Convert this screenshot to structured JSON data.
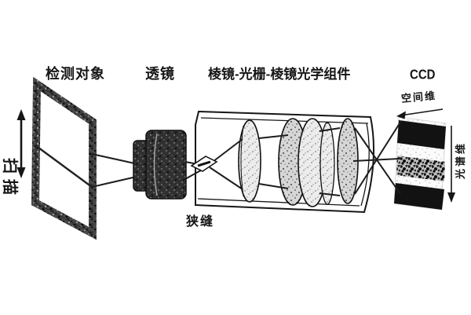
{
  "figure": {
    "labels": {
      "detection_object": "检测对象",
      "lens": "透镜",
      "pgp_assembly": "棱镜-光栅-棱镜光学组件",
      "ccd": "CCD",
      "slit": "狭缝",
      "scan": "扫描",
      "spatial_axis": "空间维",
      "spectral_axis": "光谱维"
    },
    "icons": {
      "scan_arrow": "double-headed-vertical-arrow",
      "spatial_axis_arrow": "left-pointing-arrow",
      "spectral_axis_arrow": "down-pointing-arrow"
    },
    "colors": {
      "ink": "#1a1a1a",
      "background": "#ffffff",
      "ccd_band": "#121212"
    }
  }
}
